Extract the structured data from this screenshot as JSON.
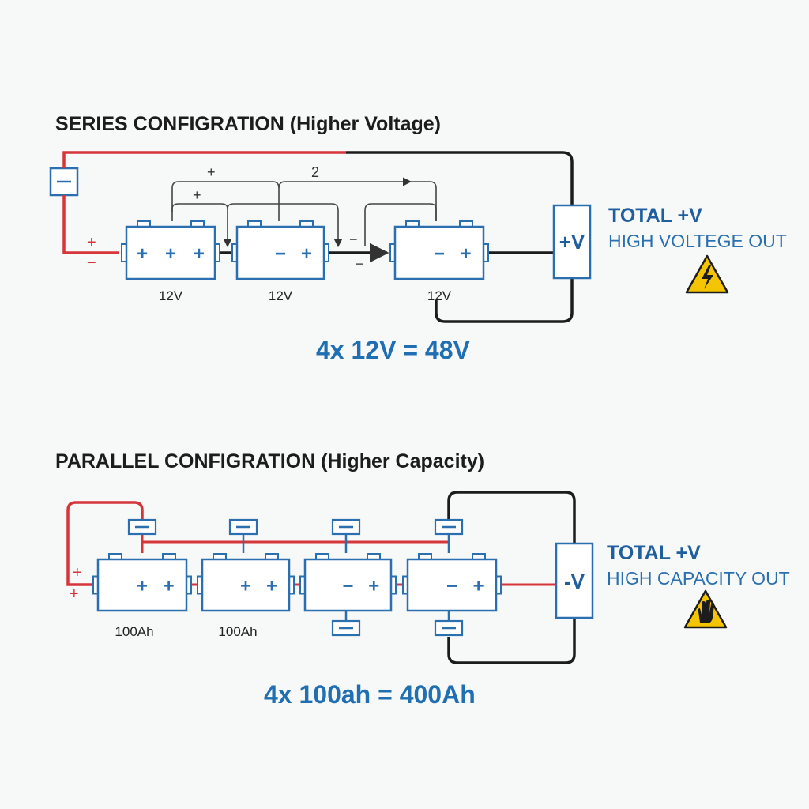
{
  "series": {
    "title": "SERIES CONFIGRATION (Higher Voltage)",
    "batteries": [
      {
        "label": "12V",
        "signs": [
          "+",
          "+",
          "+"
        ]
      },
      {
        "label": "12V",
        "signs": [
          "−",
          "+"
        ]
      },
      {
        "label": "12V",
        "signs": [
          "−",
          "+"
        ]
      }
    ],
    "top_marks": [
      "+",
      "2",
      "+"
    ],
    "side_marks": [
      "+",
      "−"
    ],
    "between_marks": [
      "−",
      "−"
    ],
    "output_label": "+V",
    "total_title": "TOTAL +V",
    "total_sub": "HIGH VOLTEGE OUT",
    "formula": "4x 12V = 48V",
    "warning_icon": "high-voltage-warning-icon"
  },
  "parallel": {
    "title": "PARALLEL CONFIGRATION (Higher Capacity)",
    "batteries": [
      {
        "label": "100Ah",
        "signs": [
          "+",
          "+"
        ]
      },
      {
        "label": "100Ah",
        "signs": [
          "+",
          "+"
        ]
      },
      {
        "label": "",
        "signs": [
          "−",
          "+"
        ]
      },
      {
        "label": "",
        "signs": [
          "−",
          "+"
        ]
      }
    ],
    "side_marks": [
      "+",
      "+"
    ],
    "output_label": "-V",
    "total_title": "TOTAL +V",
    "total_sub": "HIGH CAPACITY OUT",
    "formula": "4x 100ah = 400Ah",
    "warning_icon": "hand-warning-icon"
  },
  "colors": {
    "positive_wire": "#d6363a",
    "negative_wire": "#1c1c1c",
    "battery_outline": "#2a6fb0",
    "accent_text": "#1f5f9f",
    "warning_fill": "#f5c400"
  }
}
